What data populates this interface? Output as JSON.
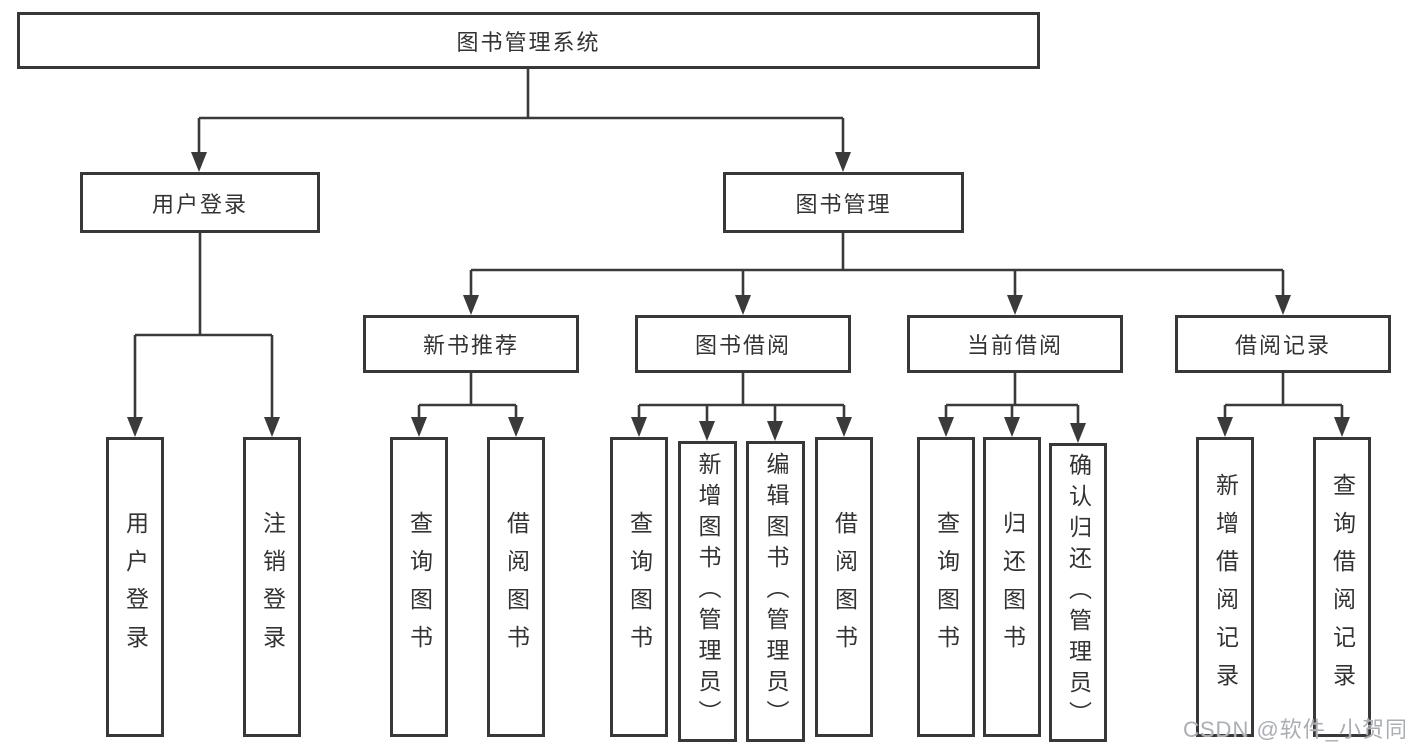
{
  "title": "图书管理系统",
  "branches": {
    "user_login": {
      "label": "用户登录",
      "children": [
        "用户登录",
        "注销登录"
      ]
    },
    "book_management": {
      "label": "图书管理",
      "sections": [
        {
          "label": "新书推荐",
          "children": [
            "查询图书",
            "借阅图书"
          ]
        },
        {
          "label": "图书借阅",
          "children": [
            "查询图书",
            "新增图书（管理员）",
            "编辑图书（管理员）",
            "借阅图书"
          ]
        },
        {
          "label": "当前借阅",
          "children": [
            "查询图书",
            "归还图书",
            "确认归还（管理员）"
          ]
        },
        {
          "label": "借阅记录",
          "children": [
            "新增借阅记录",
            "查询借阅记录"
          ]
        }
      ]
    }
  },
  "watermark": "CSDN @软件_小贺同学",
  "colors": {
    "line": "#3a3a3a",
    "text": "#333333",
    "background": "#ffffff",
    "watermark": "#abaeb3"
  }
}
